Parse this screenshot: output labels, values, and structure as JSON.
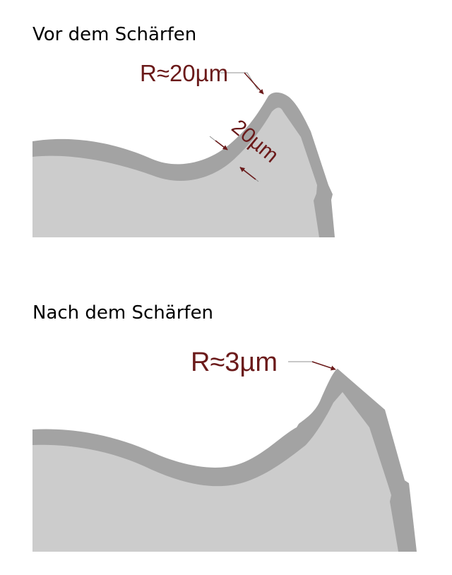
{
  "before": {
    "title": "Vor dem Schärfen",
    "radius_label": "R≈20µm",
    "thickness_label": "20µm"
  },
  "after": {
    "title": "Nach dem Schärfen",
    "radius_label": "R≈3µm"
  },
  "colors": {
    "coating": "#a3a3a3",
    "substrate": "#cccccc",
    "annotation": "#6b1a1a",
    "leader": "#909090"
  }
}
